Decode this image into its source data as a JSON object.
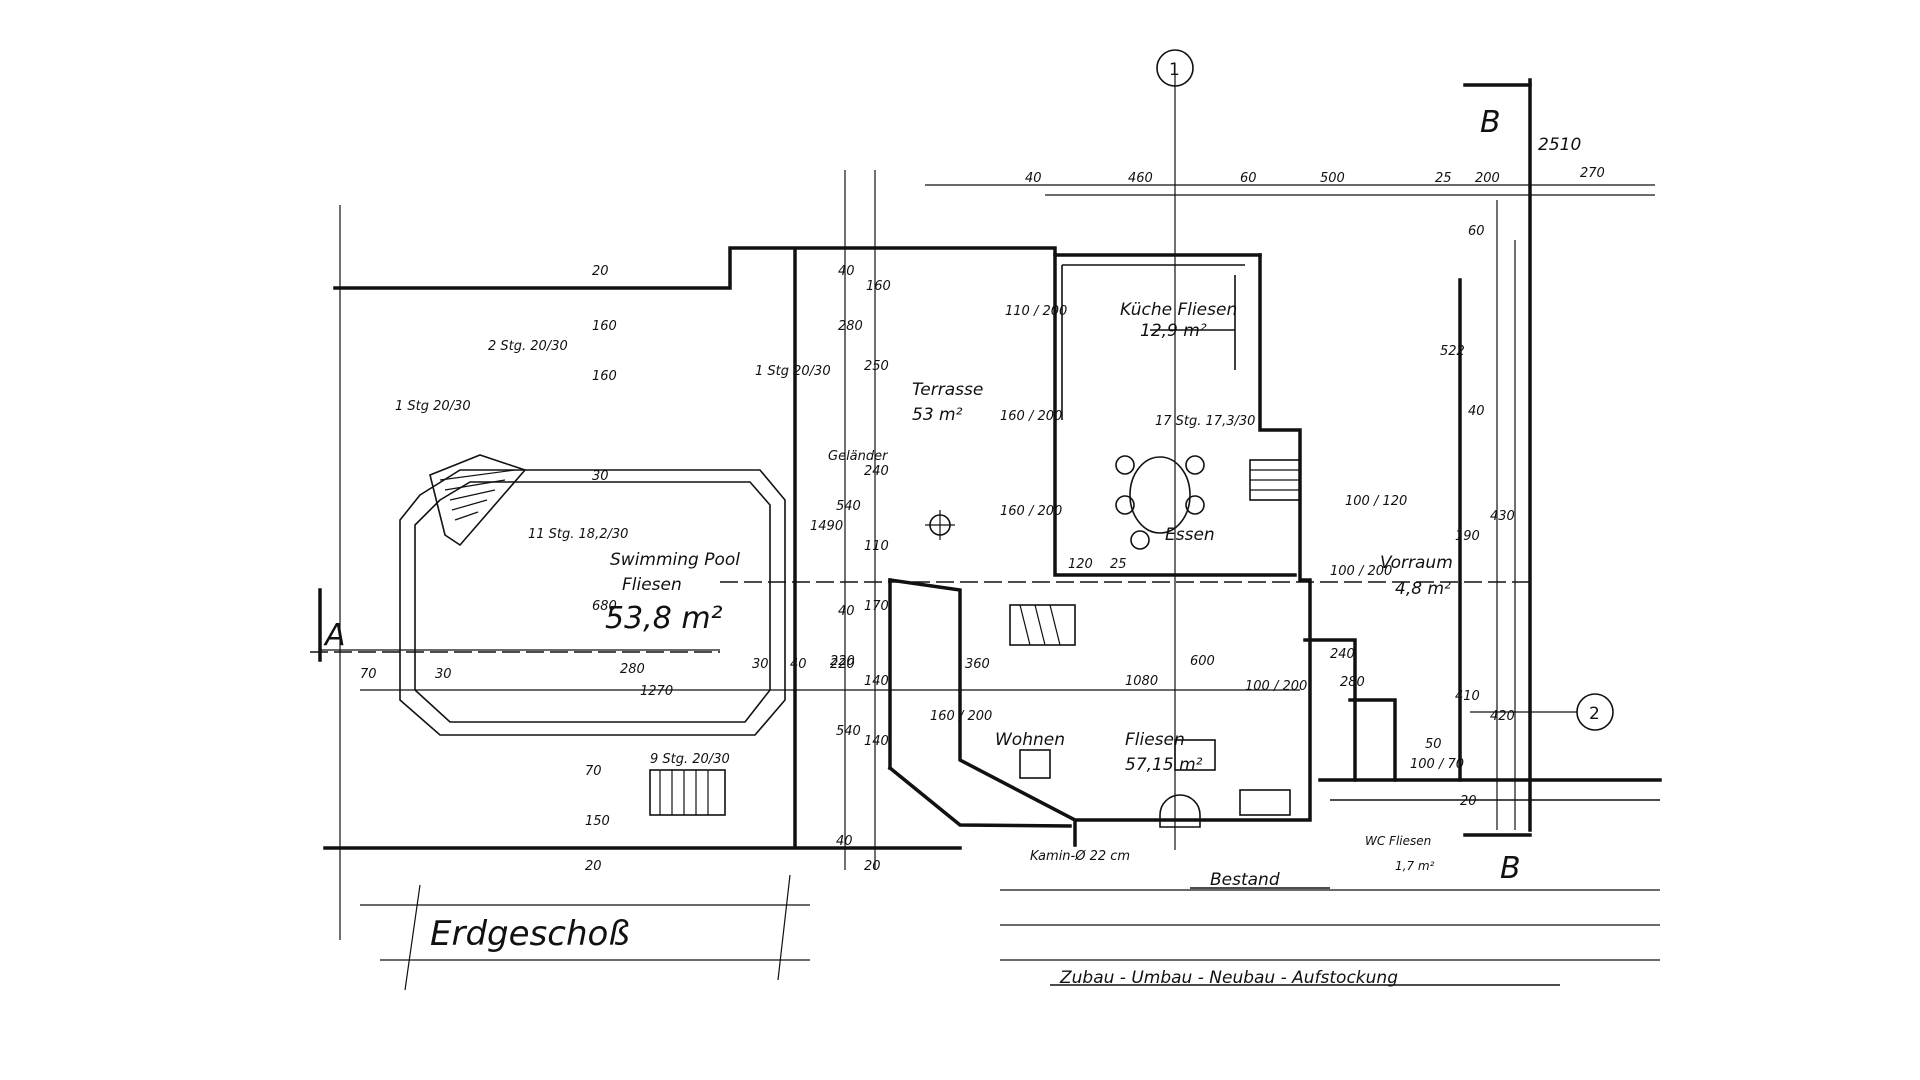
{
  "axes": {
    "axis_1": "1",
    "axis_2": "2",
    "section_a": "A",
    "section_b_top": "B",
    "section_b_bottom": "B"
  },
  "rooms": {
    "pool_name": "Swimming Pool",
    "pool_finish": "Fliesen",
    "pool_area": "53,8 m²",
    "terrace_name": "Terrasse",
    "terrace_area": "53 m²",
    "kitchen_name": "Küche Fliesen",
    "kitchen_area": "12,9 m²",
    "dining": "Essen",
    "hall_name": "Vorraum",
    "hall_area": "4,8 m²",
    "living_name": "Wohnen",
    "living_finish": "Fliesen",
    "living_area": "57,15 m²",
    "wc_name": "WC Fliesen",
    "wc_area": "1,7 m²"
  },
  "notes": {
    "railing": "Geländer",
    "stairs_2": "2 Stg. 20/30",
    "stairs_1a": "1 Stg 20/30",
    "stairs_1b": "1 Stg 20/30",
    "stairs_11": "11 Stg. 18,2/30",
    "stairs_17": "17 Stg. 17,3/30",
    "stairs_9": "9 Stg. 20/30",
    "fireplace": "Kamin-Ø 22 cm",
    "existing": "Bestand",
    "title": "Erdgeschoß",
    "legend": "Zubau - Umbau - Neubau - Aufstockung"
  },
  "dimensions": {
    "top_40": "40",
    "top_460": "460",
    "top_60": "60",
    "top_500": "500",
    "top_25": "25",
    "top_200": "200",
    "top_2510": "2510",
    "top_270": "270",
    "left_20a": "20",
    "left_160a": "160",
    "left_160b": "160",
    "left_30": "30",
    "left_680": "680",
    "left_70": "70",
    "left_150": "150",
    "left_20b": "20",
    "col_40a": "40",
    "col_160": "160",
    "col_280": "280",
    "col_250": "250",
    "col_240": "240",
    "col_1490": "1490",
    "col_540a": "540",
    "col_110": "110",
    "col_40b": "40",
    "col_170": "170",
    "col_220": "220",
    "col_140a": "140",
    "col_540b": "540",
    "col_140b": "140",
    "col_40c": "40",
    "col_20": "20",
    "h_70": "70",
    "h_30a": "30",
    "h_280": "280",
    "h_1270": "1270",
    "h_30b": "30",
    "h_40": "40",
    "h_220": "220",
    "h_360": "360",
    "h_1080": "1080",
    "h_600": "600",
    "win_110_200": "110 / 200",
    "win_160_200a": "160 / 200",
    "win_160_200b": "160 / 200",
    "win_160_200c": "160 / 200",
    "win_100_120": "100 / 120",
    "win_100_200a": "100 / 200",
    "win_100_200b": "100 / 200",
    "right_60": "60",
    "right_522": "522",
    "right_40": "40",
    "right_190": "190",
    "right_430": "430",
    "right_420": "420",
    "right_410": "410",
    "right_20": "20",
    "misc_120": "120",
    "misc_25": "25",
    "misc_240": "240",
    "misc_280": "280",
    "misc_50": "50",
    "misc_100_70": "100 / 70"
  }
}
